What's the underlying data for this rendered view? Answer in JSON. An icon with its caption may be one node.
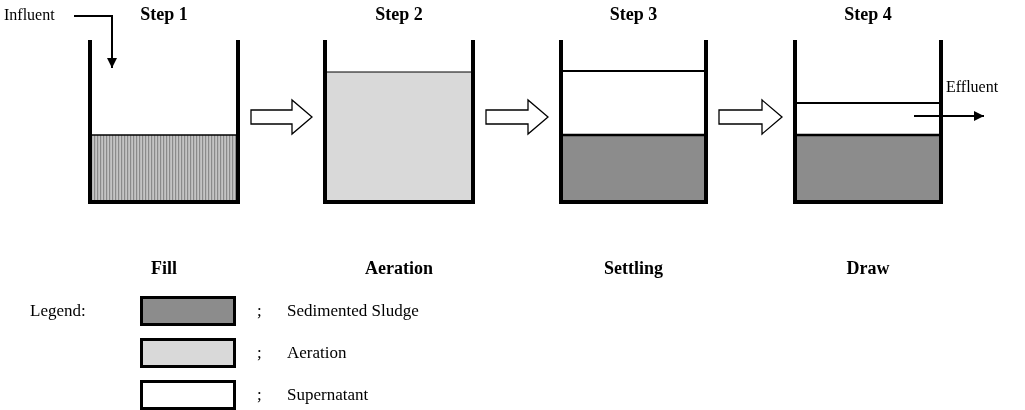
{
  "diagram": {
    "nodes": [
      {
        "text": [
          "Influent"
        ]
      },
      {
        "text": [
          "Step 1"
        ],
        "beside": [
          "Fill"
        ]
      },
      {
        "text": [
          "Step 2"
        ],
        "beside": [
          "Aeration"
        ]
      },
      {
        "text": [
          "Step 3"
        ],
        "beside": [
          "Settling"
        ]
      },
      {
        "text": [
          "Step 4"
        ],
        "beside": [
          "Draw"
        ]
      },
      {
        "text": [
          "Effluent"
        ]
      }
    ],
    "edges": [
      {
        "from": 0,
        "to": 1,
        "arrow": "to"
      },
      {
        "from": 1,
        "to": 2,
        "arrow": "to"
      },
      {
        "from": 2,
        "to": 3,
        "arrow": "to"
      },
      {
        "from": 3,
        "to": 4,
        "arrow": "to"
      },
      {
        "from": 4,
        "to": 5,
        "arrow": "to"
      }
    ],
    "labels": [
      "Legend:",
      ";",
      ";",
      ";"
    ],
    "legend": [
      {
        "text": "Sedimented Sludge",
        "color": "#8c8c8c"
      },
      {
        "text": "Aeration",
        "color": "#d9d9d9"
      },
      {
        "text": "Supernatant",
        "color": "#ffffff"
      }
    ]
  }
}
